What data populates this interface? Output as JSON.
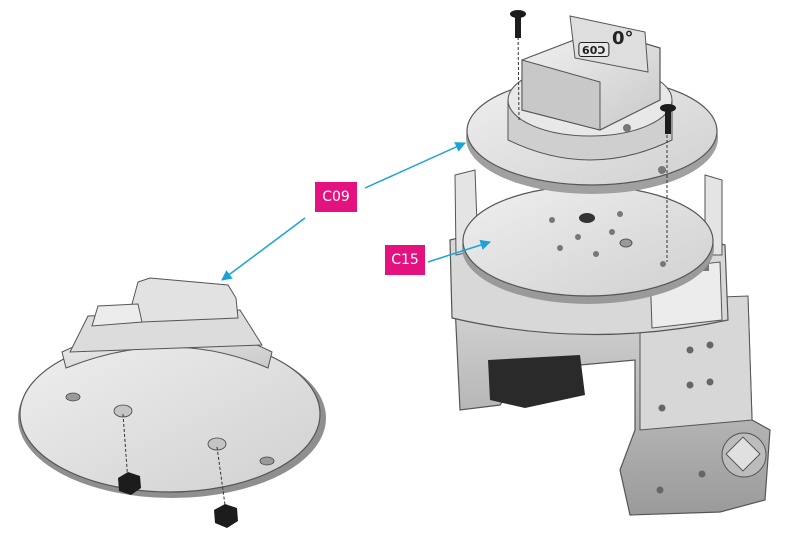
{
  "callouts": {
    "c09": "C09",
    "c15": "C15",
    "color": "#e4127f",
    "arrow_color": "#1aa3d8"
  },
  "part_markings": {
    "angle": "0°",
    "part_code": "C09"
  }
}
